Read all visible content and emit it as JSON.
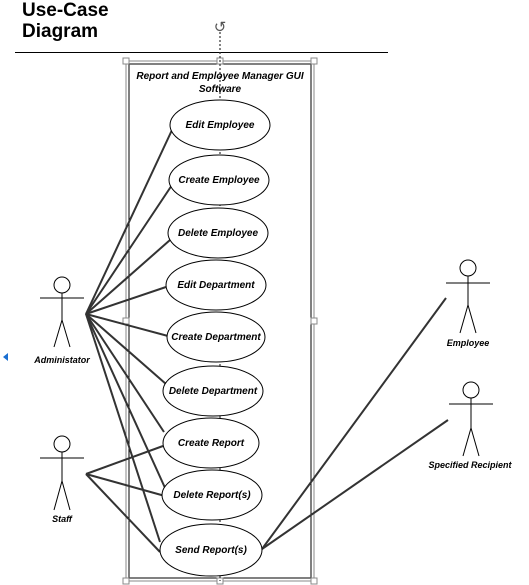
{
  "diagram": {
    "title_line1": "Use-Case",
    "title_line2": "Diagram",
    "system_name_line1": "Report and Employee Manager GUI",
    "system_name_line2": "Software",
    "actors": {
      "administrator": "Administator",
      "staff": "Staff",
      "employee": "Employee",
      "recipient": "Specified Recipient"
    },
    "use_cases": {
      "edit_employee": "Edit Employee",
      "create_employee": "Create Employee",
      "delete_employee": "Delete Employee",
      "edit_department": "Edit Department",
      "create_department": "Create Department",
      "delete_department": "Delete Department",
      "create_report": "Create Report",
      "delete_reports": "Delete Report(s)",
      "send_reports": "Send Report(s)"
    },
    "rotate_handle": "↺",
    "colors": {
      "line": "#333333",
      "selection": "#888888",
      "caret": "#1a6fd1"
    }
  }
}
